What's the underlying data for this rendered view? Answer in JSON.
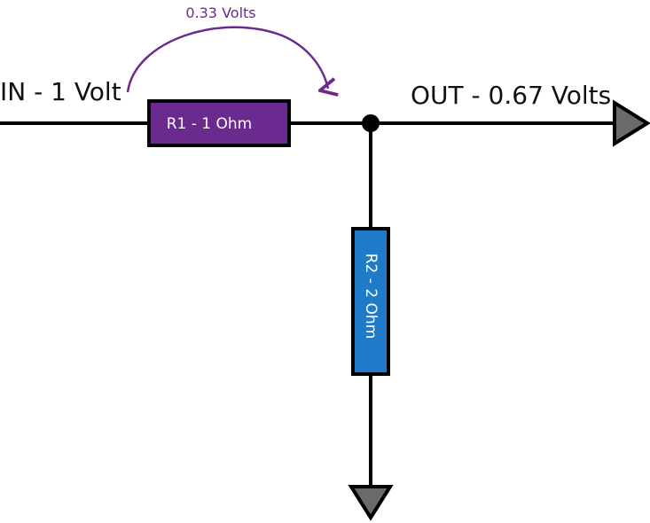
{
  "input": {
    "label": "IN - 1 Volt"
  },
  "output": {
    "label": "OUT - 0.67 Volts"
  },
  "voltage_drop": {
    "label": "0.33 Volts"
  },
  "r1": {
    "label": "R1 - 1 Ohm"
  },
  "r2": {
    "label": "R2 - 2 Ohm"
  },
  "colors": {
    "wire": "#000000",
    "r1_fill": "#6a2a8e",
    "r2_fill": "#1f7ac7",
    "drop_arc": "#6a2a8e",
    "arrow_fill": "#6a6a6a"
  },
  "icons": {
    "output_terminal": "output-arrow-icon",
    "ground_terminal": "ground-arrow-icon",
    "junction": "junction-dot"
  }
}
